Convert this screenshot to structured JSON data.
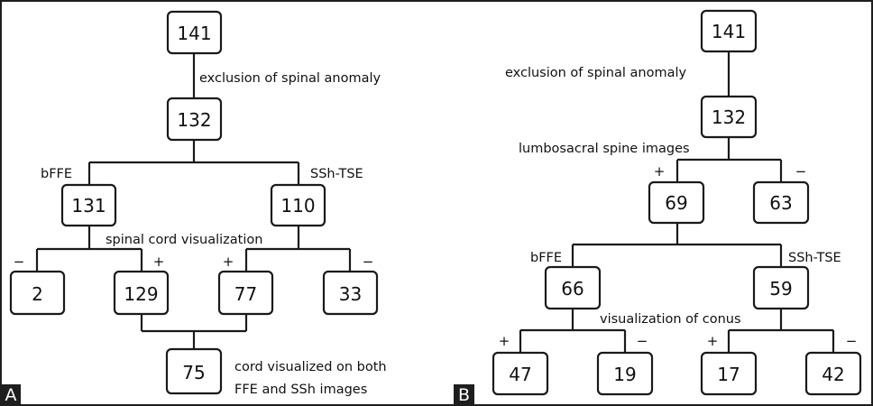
{
  "panels": [
    {
      "id": "A",
      "tag": "A",
      "nodes": [
        {
          "key": "a_root",
          "value": "141"
        },
        {
          "key": "a_excl",
          "value": "132"
        },
        {
          "key": "a_bffe",
          "value": "131"
        },
        {
          "key": "a_ssh",
          "value": "110"
        },
        {
          "key": "a_bffe_neg",
          "value": "2"
        },
        {
          "key": "a_bffe_pos",
          "value": "129"
        },
        {
          "key": "a_ssh_pos",
          "value": "77"
        },
        {
          "key": "a_ssh_neg",
          "value": "33"
        },
        {
          "key": "a_both",
          "value": "75"
        }
      ],
      "labels": {
        "exclusion": "exclusion of spinal anomaly",
        "bffe": "bFFE",
        "ssh": "SSh-TSE",
        "visualization": "spinal cord visualization",
        "both_line1": "cord visualized on both",
        "both_line2": "FFE and SSh images"
      },
      "signs": {
        "minus": "−",
        "plus": "+"
      }
    },
    {
      "id": "B",
      "tag": "B",
      "nodes": [
        {
          "key": "b_root",
          "value": "141"
        },
        {
          "key": "b_excl",
          "value": "132"
        },
        {
          "key": "b_lumb_pos",
          "value": "69"
        },
        {
          "key": "b_lumb_neg",
          "value": "63"
        },
        {
          "key": "b_bffe",
          "value": "66"
        },
        {
          "key": "b_ssh",
          "value": "59"
        },
        {
          "key": "b_bffe_pos",
          "value": "47"
        },
        {
          "key": "b_bffe_neg",
          "value": "19"
        },
        {
          "key": "b_ssh_pos",
          "value": "17"
        },
        {
          "key": "b_ssh_neg",
          "value": "42"
        }
      ],
      "labels": {
        "exclusion": "exclusion of spinal anomaly",
        "lumbosacral": "lumbosacral spine images",
        "bffe": "bFFE",
        "ssh": "SSh-TSE",
        "conus": "visualization of conus"
      },
      "signs": {
        "minus": "−",
        "plus": "+"
      }
    }
  ]
}
